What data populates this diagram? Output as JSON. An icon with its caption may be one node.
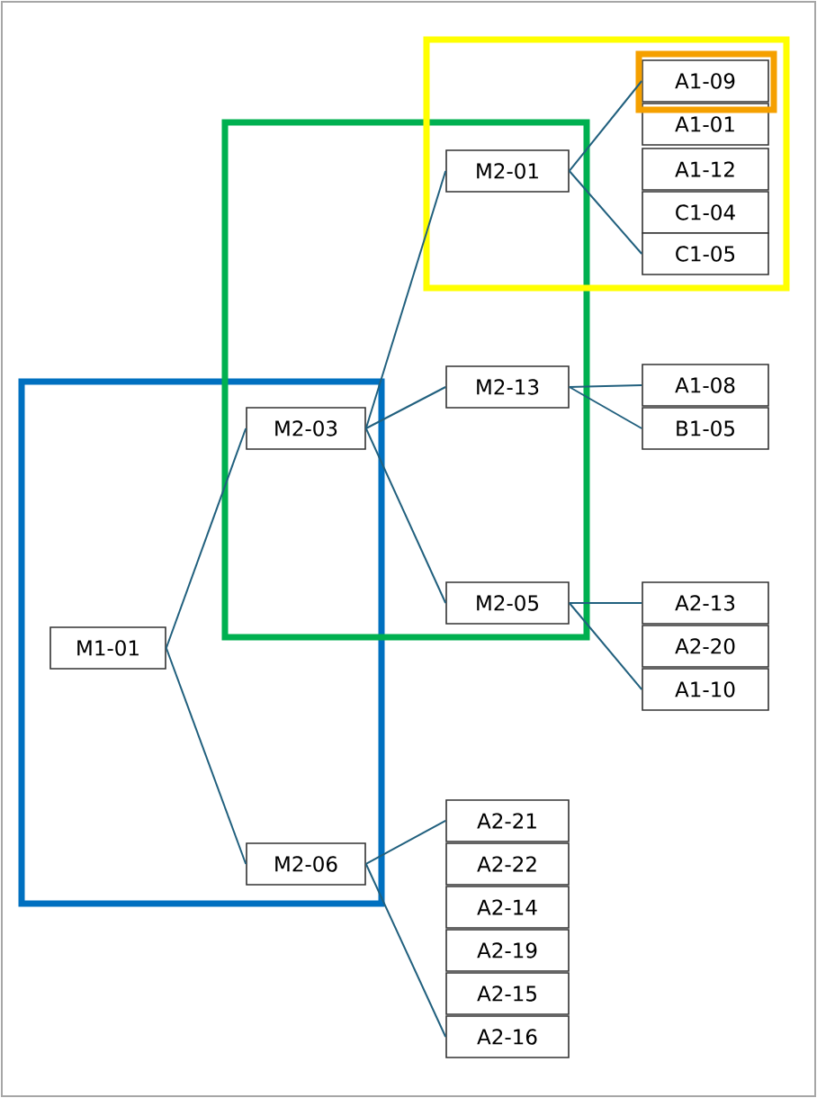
{
  "diagram": {
    "nodes": [
      {
        "text": [
          "M1-01"
        ]
      },
      {
        "text": [
          "M2-03"
        ]
      },
      {
        "text": [
          "M2-06"
        ]
      },
      {
        "text": [
          "M2-01"
        ]
      },
      {
        "text": [
          "M2-13"
        ]
      },
      {
        "text": [
          "M2-05"
        ]
      },
      {
        "text": [
          "A1-09"
        ]
      },
      {
        "text": [
          "A1-01"
        ]
      },
      {
        "text": [
          "A1-12"
        ]
      },
      {
        "text": [
          "C1-04"
        ]
      },
      {
        "text": [
          "C1-05"
        ]
      },
      {
        "text": [
          "A1-08"
        ]
      },
      {
        "text": [
          "B1-05"
        ]
      },
      {
        "text": [
          "A2-13"
        ]
      },
      {
        "text": [
          "A2-20"
        ]
      },
      {
        "text": [
          "A1-10"
        ]
      },
      {
        "text": [
          "A2-21"
        ]
      },
      {
        "text": [
          "A2-22"
        ]
      },
      {
        "text": [
          "A2-14"
        ]
      },
      {
        "text": [
          "A2-19"
        ]
      },
      {
        "text": [
          "A2-15"
        ]
      },
      {
        "text": [
          "A2-16"
        ]
      }
    ],
    "edges": [
      {
        "from": 0,
        "to": 1,
        "arrow": "none"
      },
      {
        "from": 0,
        "to": 2,
        "arrow": "none"
      },
      {
        "from": 1,
        "to": 3,
        "arrow": "none"
      },
      {
        "from": 1,
        "to": 4,
        "arrow": "none"
      },
      {
        "from": 1,
        "to": 5,
        "arrow": "none"
      },
      {
        "from": 3,
        "to": 6,
        "arrow": "none"
      },
      {
        "from": 3,
        "to": 10,
        "arrow": "none"
      },
      {
        "from": 4,
        "to": 11,
        "arrow": "none"
      },
      {
        "from": 4,
        "to": 12,
        "arrow": "none"
      },
      {
        "from": 5,
        "to": 13,
        "arrow": "none"
      },
      {
        "from": 5,
        "to": 15,
        "arrow": "none"
      },
      {
        "from": 2,
        "to": 16,
        "arrow": "none"
      },
      {
        "from": 2,
        "to": 21,
        "arrow": "none"
      }
    ]
  }
}
